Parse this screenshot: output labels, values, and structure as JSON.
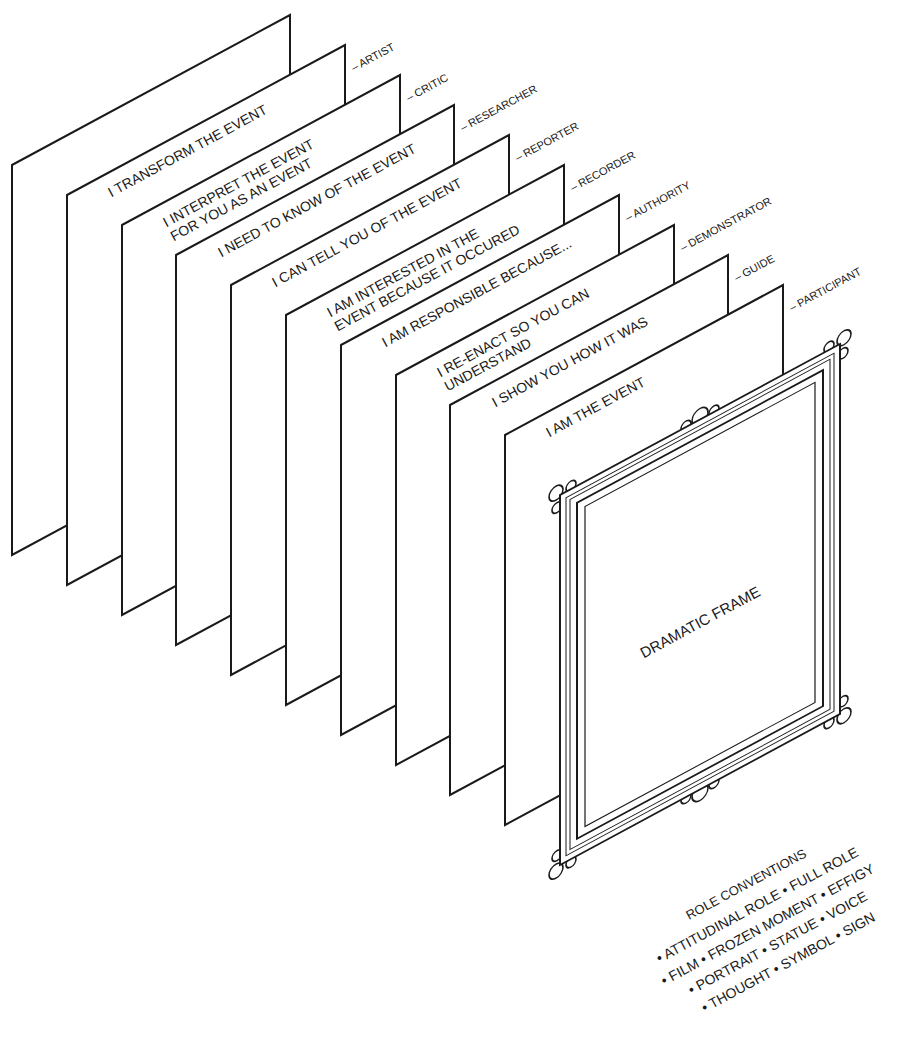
{
  "diagram": {
    "nodes": [
      {
        "text": [
          "I TRANSFORM THE EVENT",
          "– ARTIST"
        ]
      },
      {
        "text": [
          "I INTERPRET THE EVENT FOR YOU AS AN EVENT",
          "– CRITIC"
        ]
      },
      {
        "text": [
          "I NEED TO KNOW OF THE EVENT",
          "– RESEARCHER"
        ]
      },
      {
        "text": [
          "I CAN TELL YOU OF THE EVENT",
          "– REPORTER"
        ]
      },
      {
        "text": [
          "I AM INTERESTED IN THE EVENT BECAUSE IT OCCURED",
          "– RECORDER"
        ]
      },
      {
        "text": [
          "I AM RESPONSIBLE BECAUSE...",
          "– AUTHORITY"
        ]
      },
      {
        "text": [
          "I RE-ENACT SO YOU CAN UNDERSTAND",
          "– DEMONSTRATOR"
        ]
      },
      {
        "text": [
          "I SHOW YOU HOW IT WAS",
          "– GUIDE"
        ]
      },
      {
        "text": [
          "I AM THE EVENT",
          "– PARTICIPANT"
        ]
      },
      {
        "text": [
          "DRAMATIC FRAME"
        ]
      }
    ],
    "labels": [
      "ROLE CONVENTIONS",
      "• ATTITUDINAL ROLE • FULL ROLE",
      "• FILM • FROZEN MOMENT • EFFIGY",
      "• PORTRAIT • STATUE • VOICE",
      "• THOUGHT • SYMBOL • SIGN"
    ]
  }
}
